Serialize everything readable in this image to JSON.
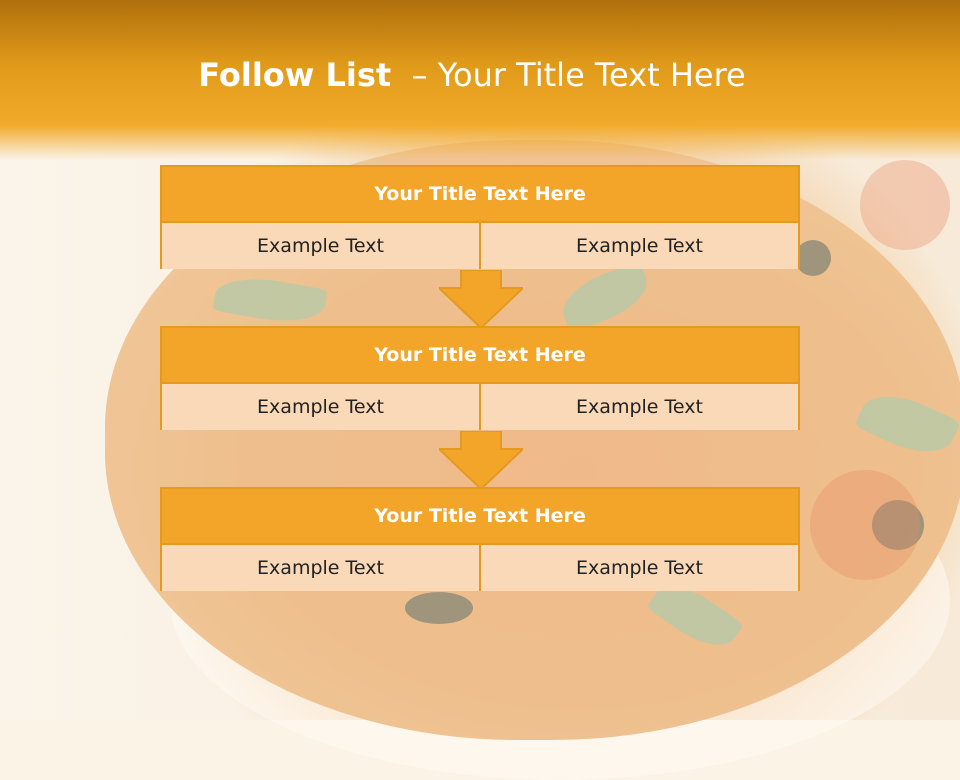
{
  "slide": {
    "title_bold": "Follow List",
    "title_rest": "– Your Title Text Here"
  },
  "steps": [
    {
      "title": "Your Title Text Here",
      "left": "Example Text",
      "right": "Example Text"
    },
    {
      "title": "Your Title Text Here",
      "left": "Example Text",
      "right": "Example Text"
    },
    {
      "title": "Your Title Text Here",
      "left": "Example Text",
      "right": "Example Text"
    }
  ],
  "colors": {
    "header": "#f2aa2a",
    "box_title": "#f3a52a",
    "box_border": "#e49a1e",
    "cell_bg": "#fad9b8"
  }
}
